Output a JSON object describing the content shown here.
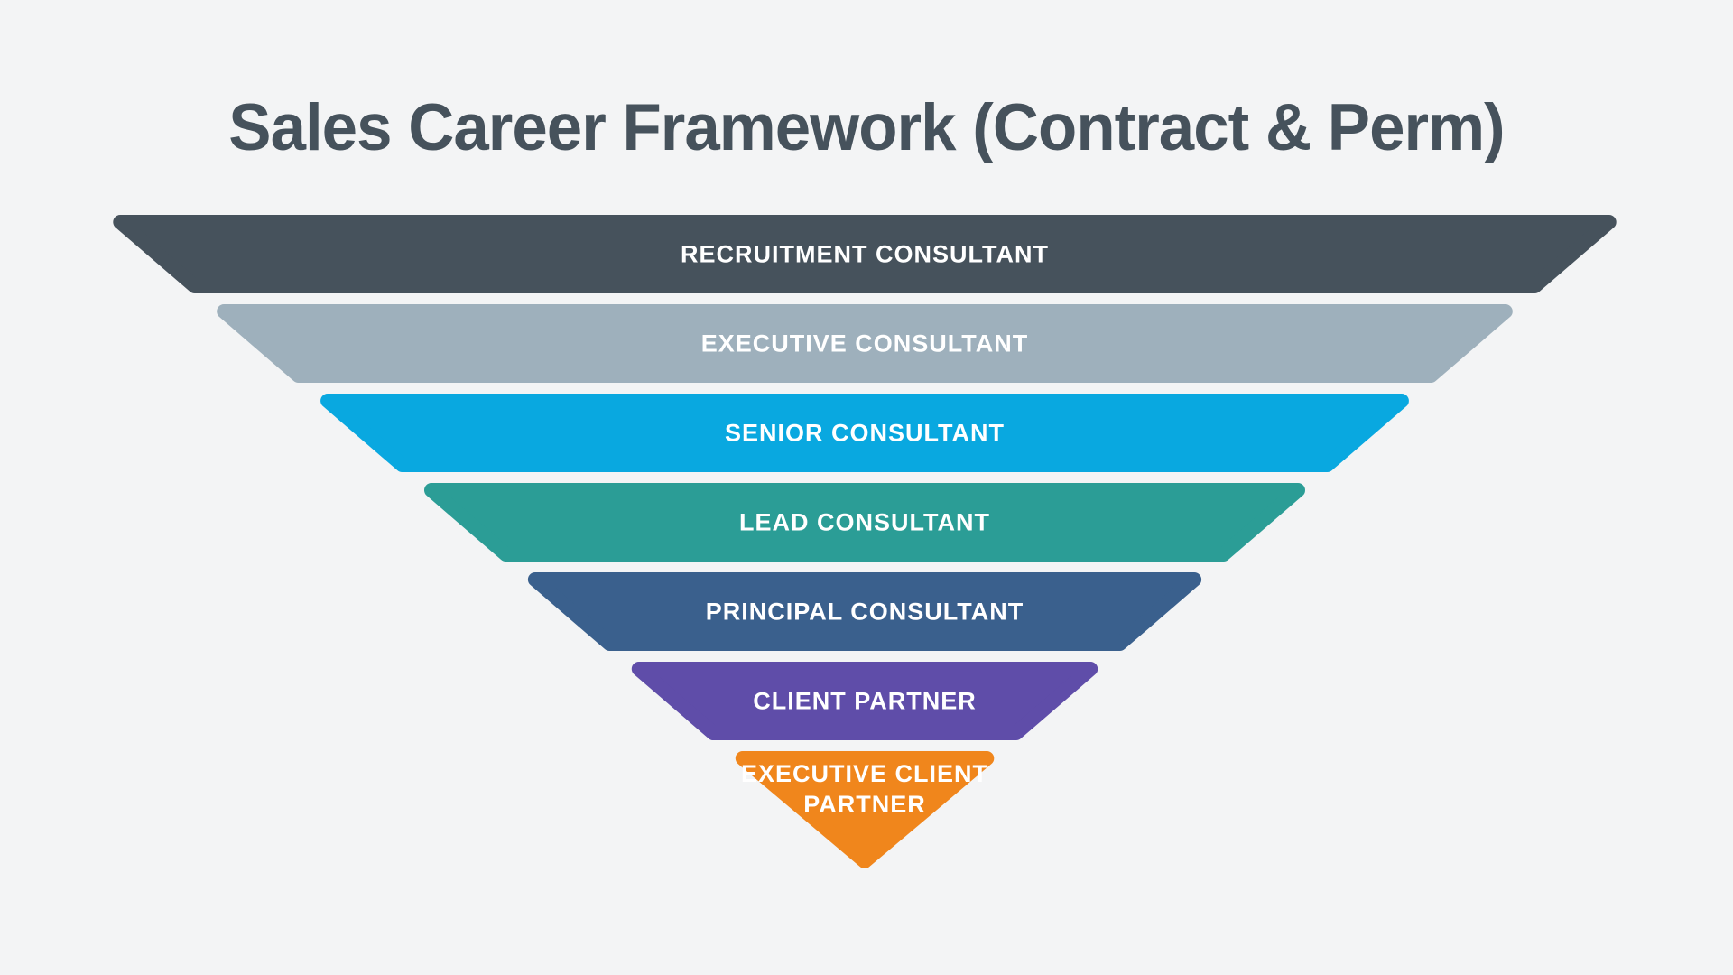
{
  "background_color": "#f3f4f5",
  "title": {
    "text": "Sales Career Framework (Contract & Perm)",
    "color": "#46525c"
  },
  "funnel": {
    "text_color": "#ffffff",
    "levels": [
      {
        "label": "RECRUITMENT CONSULTANT",
        "color": "#46525c"
      },
      {
        "label": "EXECUTIVE CONSULTANT",
        "color": "#9eb0bc"
      },
      {
        "label": "SENIOR CONSULTANT",
        "color": "#09a8e0"
      },
      {
        "label": "LEAD CONSULTANT",
        "color": "#2b9d96"
      },
      {
        "label": "PRINCIPAL CONSULTANT",
        "color": "#3a608d"
      },
      {
        "label": "CLIENT PARTNER",
        "color": "#5f4da9"
      },
      {
        "label": "EXECUTIVE CLIENT PARTNER",
        "color": "#f0861c"
      }
    ]
  }
}
